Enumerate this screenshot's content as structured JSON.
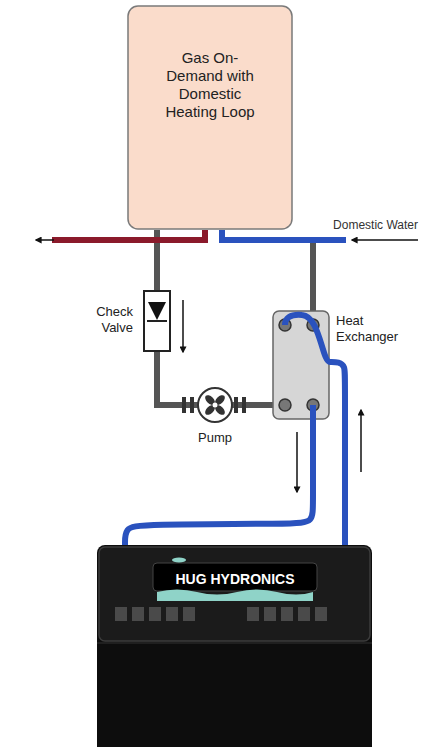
{
  "diagram": {
    "nodes": [
      {
        "text": [
          "Gas On-Demand with Domestic Heating Loop"
        ]
      },
      {
        "text": [
          "Check Valve"
        ]
      },
      {
        "text": [
          "Heat Exchanger"
        ]
      },
      {
        "text": [
          "Pump"
        ]
      },
      {
        "text": [
          "HUG HYDRONICS"
        ]
      }
    ],
    "edges": [
      {
        "from": 0,
        "to": 1,
        "arrow": "none"
      },
      {
        "from": 1,
        "to": 3,
        "arrow": "none"
      },
      {
        "from": 3,
        "to": 2,
        "arrow": "none"
      },
      {
        "from": 2,
        "to": 4,
        "arrow": "none"
      },
      {
        "from": 4,
        "to": 2,
        "arrow": "none"
      },
      {
        "from": 2,
        "to": 0,
        "arrow": "none"
      }
    ],
    "labels": [
      "Domestic Water"
    ]
  }
}
